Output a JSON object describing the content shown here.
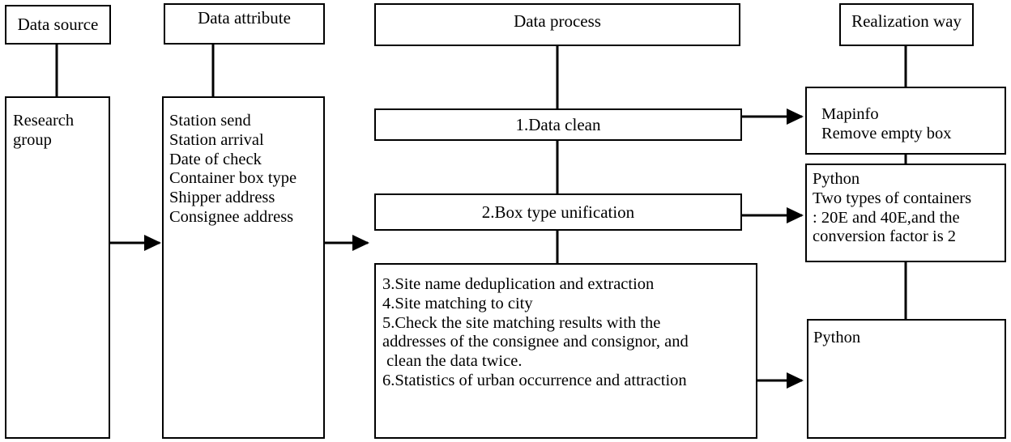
{
  "headers": {
    "data_source": "Data source",
    "data_attribute": "Data attribute",
    "data_process": "Data process",
    "realization_way": "Realization way"
  },
  "source_box": {
    "lines": [
      "Research",
      "group"
    ]
  },
  "attribute_box": {
    "lines": [
      "Station send",
      "Station arrival",
      "Date of check",
      "Container box type",
      "Shipper address",
      "Consignee address"
    ]
  },
  "process": {
    "step1": "1.Data clean",
    "step2": "2.Box type unification",
    "steps_rest": [
      "3.Site name deduplication and extraction",
      "4.Site matching to city",
      "5.Check the site matching results with the",
      "addresses of the consignee and consignor, and",
      " clean the data twice.",
      "6.Statistics of urban occurrence and attraction"
    ]
  },
  "realization": {
    "box1": [
      "Mapinfo",
      "Remove empty box"
    ],
    "box2": [
      "Python",
      "Two types of containers",
      ": 20E and 40E,and the",
      "conversion factor is 2"
    ],
    "box3": [
      "Python"
    ]
  }
}
